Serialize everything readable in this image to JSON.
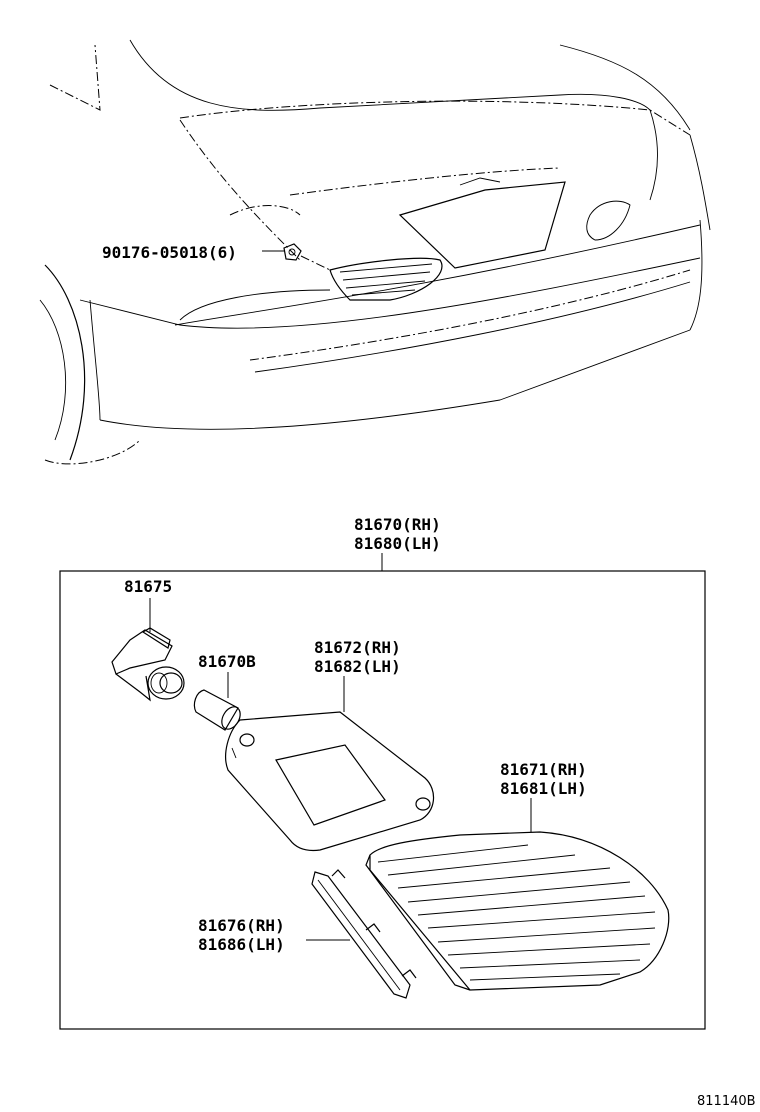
{
  "diagram": {
    "fastener_callout": "90176-05018(6)",
    "assembly_callout": {
      "line1": "81670(RH)",
      "line2": "81680(LH)"
    },
    "parts": [
      {
        "id": "socket",
        "lines": [
          "81675"
        ]
      },
      {
        "id": "bulb",
        "lines": [
          "81670B"
        ]
      },
      {
        "id": "gasket",
        "lines": [
          "81672(RH)",
          "81682(LH)"
        ]
      },
      {
        "id": "lens",
        "lines": [
          "81671(RH)",
          "81681(LH)"
        ]
      },
      {
        "id": "reflector",
        "lines": [
          "81676(RH)",
          "81686(LH)"
        ]
      }
    ],
    "figure_code": "811140B"
  }
}
